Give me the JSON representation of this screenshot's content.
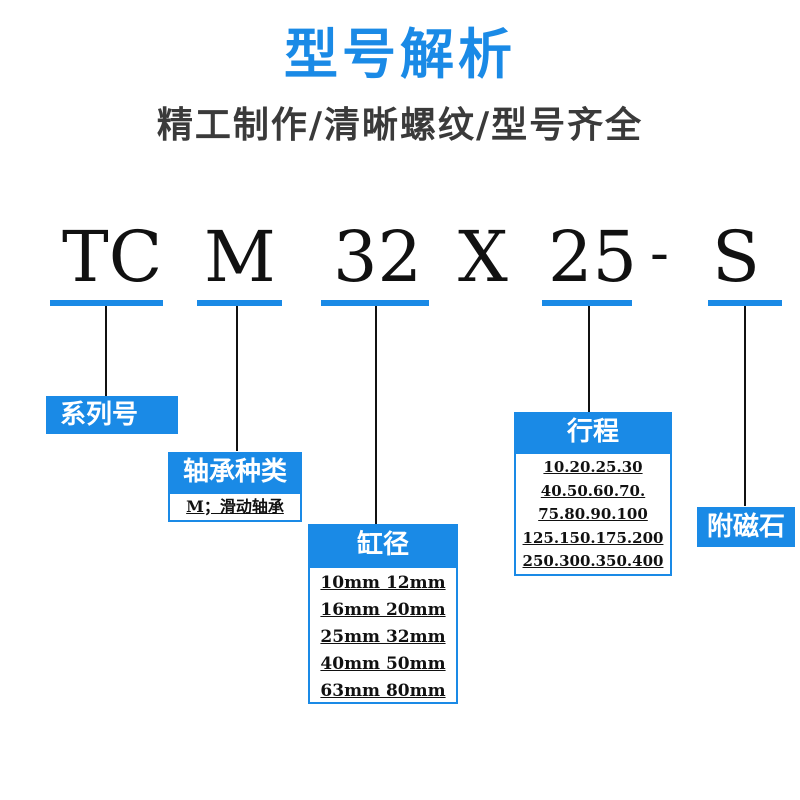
{
  "header": {
    "title": "型号解析",
    "subtitle": "精工制作/清晰螺纹/型号齐全"
  },
  "code": {
    "series": "TC",
    "bearing": "M",
    "bore": "32",
    "x": "X",
    "stroke": "25",
    "dash": "-",
    "magnet": "S"
  },
  "series_label": "系列号",
  "bearing": {
    "label": "轴承种类",
    "desc": "M；滑动轴承"
  },
  "bore": {
    "label": "缸径",
    "rows": [
      "10mm 12mm",
      "16mm 20mm",
      "25mm 32mm",
      "40mm 50mm",
      "63mm 80mm"
    ]
  },
  "stroke": {
    "label": "行程",
    "rows": [
      "10.20.25.30",
      "40.50.60.70.",
      "75.80.90.100",
      "125.150.175.200",
      "250.300.350.400"
    ]
  },
  "magnet_label": "附磁石",
  "colors": {
    "accent": "#1a8ae6",
    "text": "#111111"
  }
}
